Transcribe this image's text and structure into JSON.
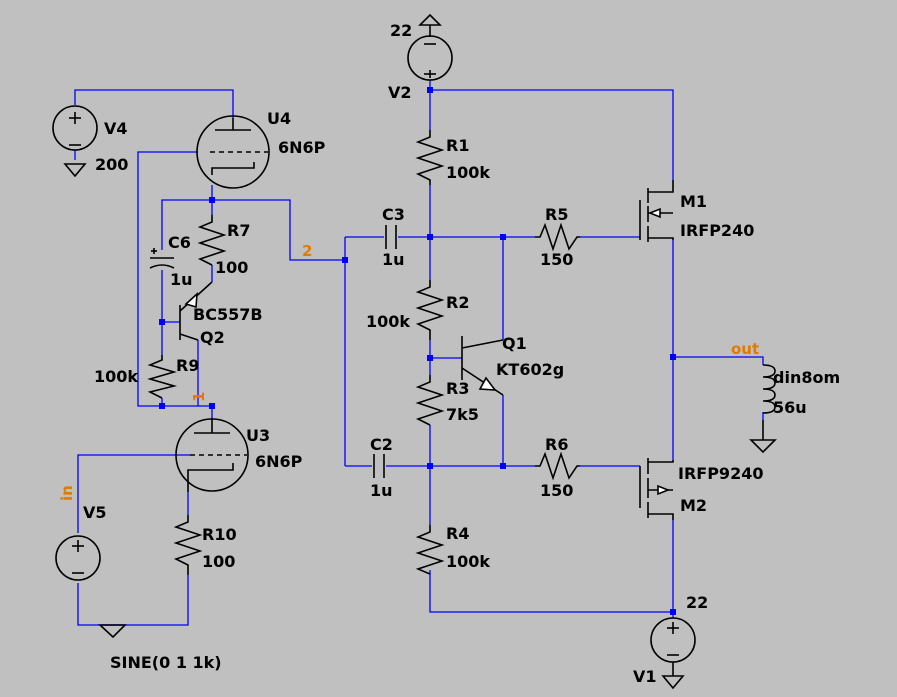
{
  "schematic": {
    "sources": {
      "v1": {
        "name": "V1",
        "value": "22"
      },
      "v2": {
        "name": "V2",
        "value": "22"
      },
      "v4": {
        "name": "V4",
        "value": "200"
      },
      "v5": {
        "name": "V5",
        "value": "SINE(0 1 1k)"
      }
    },
    "tubes": {
      "u4": {
        "name": "U4",
        "model": "6N6P"
      },
      "u3": {
        "name": "U3",
        "model": "6N6P"
      }
    },
    "transistors": {
      "q1": {
        "name": "Q1",
        "model": "KT602g"
      },
      "q2": {
        "name": "Q2",
        "model": "BC557B"
      }
    },
    "mosfets": {
      "m1": {
        "name": "M1",
        "model": "IRFP240"
      },
      "m2": {
        "name": "M2",
        "model": "IRFP9240"
      }
    },
    "resistors": {
      "r1": {
        "name": "R1",
        "value": "100k"
      },
      "r2": {
        "name": "R2",
        "value": "100k"
      },
      "r3": {
        "name": "R3",
        "value": "7k5"
      },
      "r4": {
        "name": "R4",
        "value": "100k"
      },
      "r5": {
        "name": "R5",
        "value": "150"
      },
      "r6": {
        "name": "R6",
        "value": "150"
      },
      "r7": {
        "name": "R7",
        "value": "100"
      },
      "r9": {
        "name": "R9",
        "value": "100k"
      },
      "r10": {
        "name": "R10",
        "value": "100"
      }
    },
    "capacitors": {
      "c2": {
        "name": "C2",
        "value": "1u"
      },
      "c3": {
        "name": "C3",
        "value": "1u"
      },
      "c6": {
        "name": "C6",
        "value": "1u"
      }
    },
    "inductor": {
      "name": "din8om",
      "value": "56u"
    },
    "nets": {
      "n1": "1",
      "n2": "2",
      "in": "in",
      "out": "out"
    },
    "colors": {
      "background": "#c0c0c0",
      "wire": "#0000ff",
      "component": "#000000",
      "net_label": "#e07a00"
    }
  }
}
